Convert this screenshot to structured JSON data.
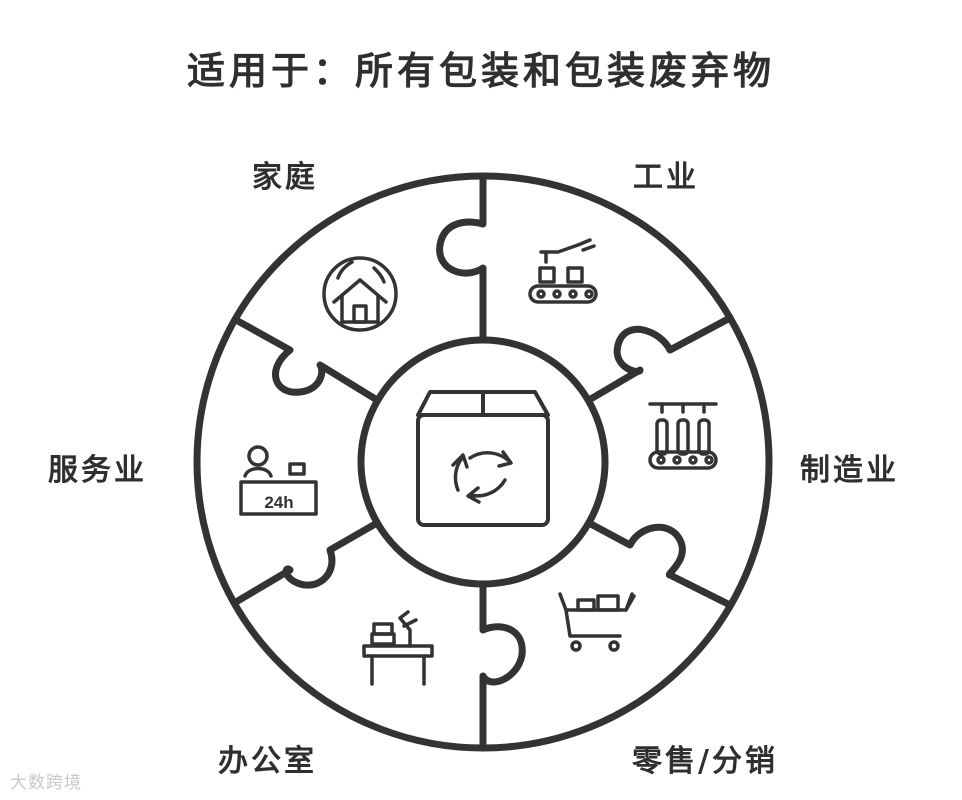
{
  "title": "适用于：所有包装和包装废弃物",
  "segments": [
    {
      "label": "家庭",
      "icon": "house-recycle-icon"
    },
    {
      "label": "工业",
      "icon": "robot-arm-conveyor-icon"
    },
    {
      "label": "制造业",
      "icon": "bottling-line-icon"
    },
    {
      "label": "零售/分销",
      "icon": "shopping-cart-icon"
    },
    {
      "label": "办公室",
      "icon": "office-desk-icon"
    },
    {
      "label": "服务业",
      "icon": "service-desk-24h-icon"
    }
  ],
  "center": {
    "icon": "recycling-box-icon"
  },
  "service_desk_text": "24h",
  "watermark": "大数跨境",
  "colors": {
    "stroke": "#333333",
    "text": "#2f2f2f"
  }
}
